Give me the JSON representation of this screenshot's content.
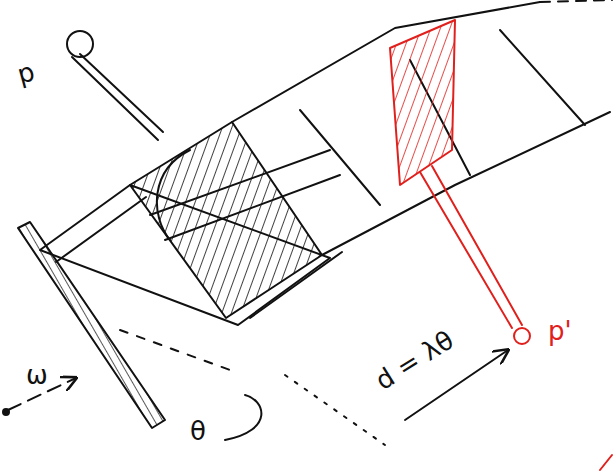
{
  "diagram": {
    "labels": [
      "p",
      "ω",
      "θ",
      "d = λθ",
      "p'"
    ]
  }
}
